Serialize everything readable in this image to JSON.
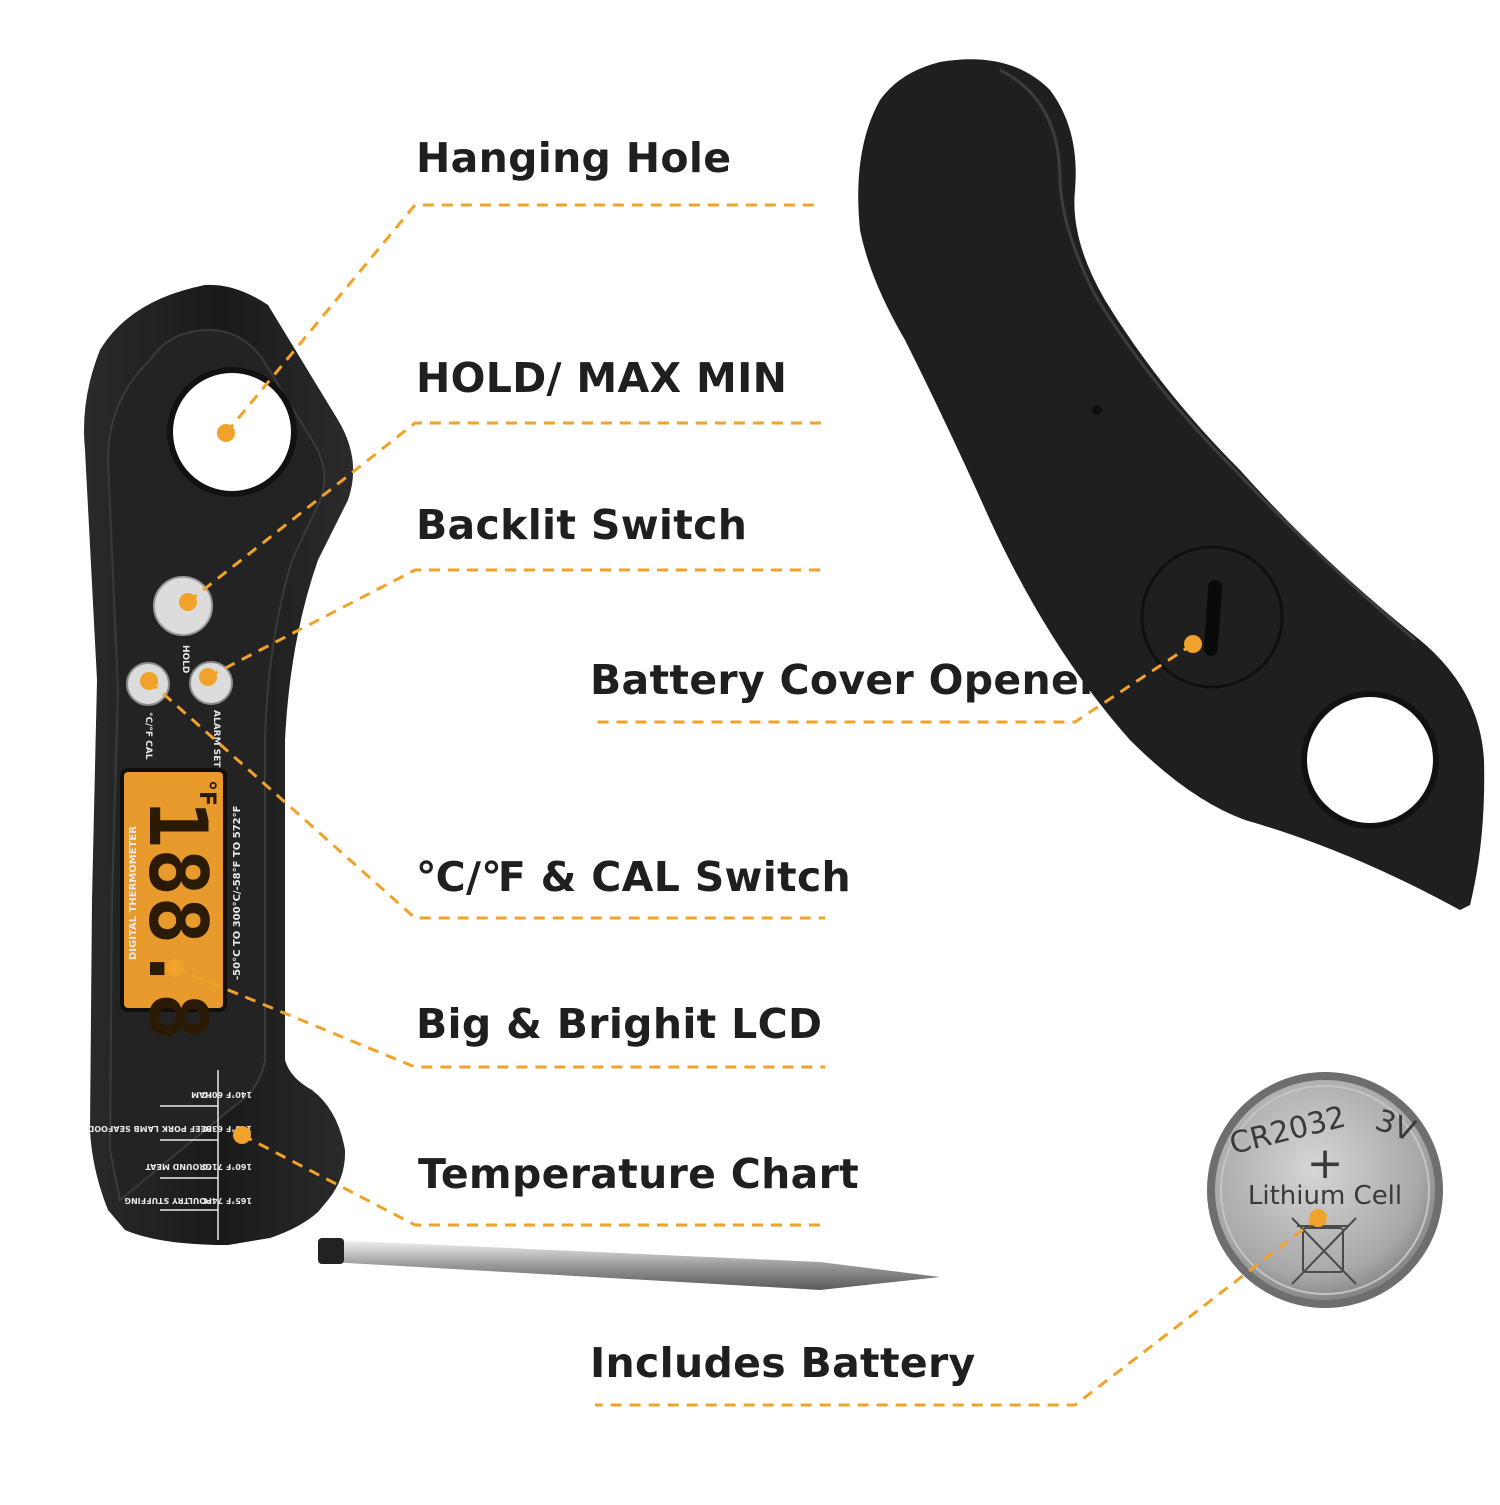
{
  "colors": {
    "accent": "#f0a22a",
    "body_dark": "#1c1c1c",
    "lcd": "#e89a2c",
    "button": "#d9d9d9",
    "background": "#ffffff"
  },
  "callouts": [
    {
      "id": "hanging-hole",
      "label": "Hanging Hole"
    },
    {
      "id": "hold-max-min",
      "label": "HOLD/ MAX MIN"
    },
    {
      "id": "backlit-switch",
      "label": "Backlit Switch"
    },
    {
      "id": "battery-cover-opener",
      "label": "Battery Cover Opener"
    },
    {
      "id": "unit-cal-switch",
      "label": "℃/℉ & CAL  Switch"
    },
    {
      "id": "big-bright-lcd",
      "label": "Big & Brighit LCD"
    },
    {
      "id": "temperature-chart",
      "label": "Temperature Chart"
    },
    {
      "id": "includes-battery",
      "label": "Includes Battery"
    }
  ],
  "device": {
    "lcd_digits": "188.8",
    "lcd_unit": "°F",
    "brand_text": "DIGITAL THERMOMETER",
    "range_text": "-50°C TO 300°C/-58°F TO 572°F",
    "button_hold": "HOLD",
    "button_alarm": "ALARM SET",
    "button_cal": "°C/°F CAL",
    "chart_rows": [
      {
        "food": "HAM",
        "temp": "140°F 60°C"
      },
      {
        "food": "BEEF PORK LAMB SEAFOOD",
        "temp": "145°F 63°C"
      },
      {
        "food": "GROUND MEAT",
        "temp": "160°F 71°C"
      },
      {
        "food": "POULTRY STUFFING",
        "temp": "165°F 74°C"
      }
    ]
  },
  "battery": {
    "model": "CR2032",
    "voltage": "3V",
    "plus": "+",
    "type": "Lithium Cell"
  }
}
